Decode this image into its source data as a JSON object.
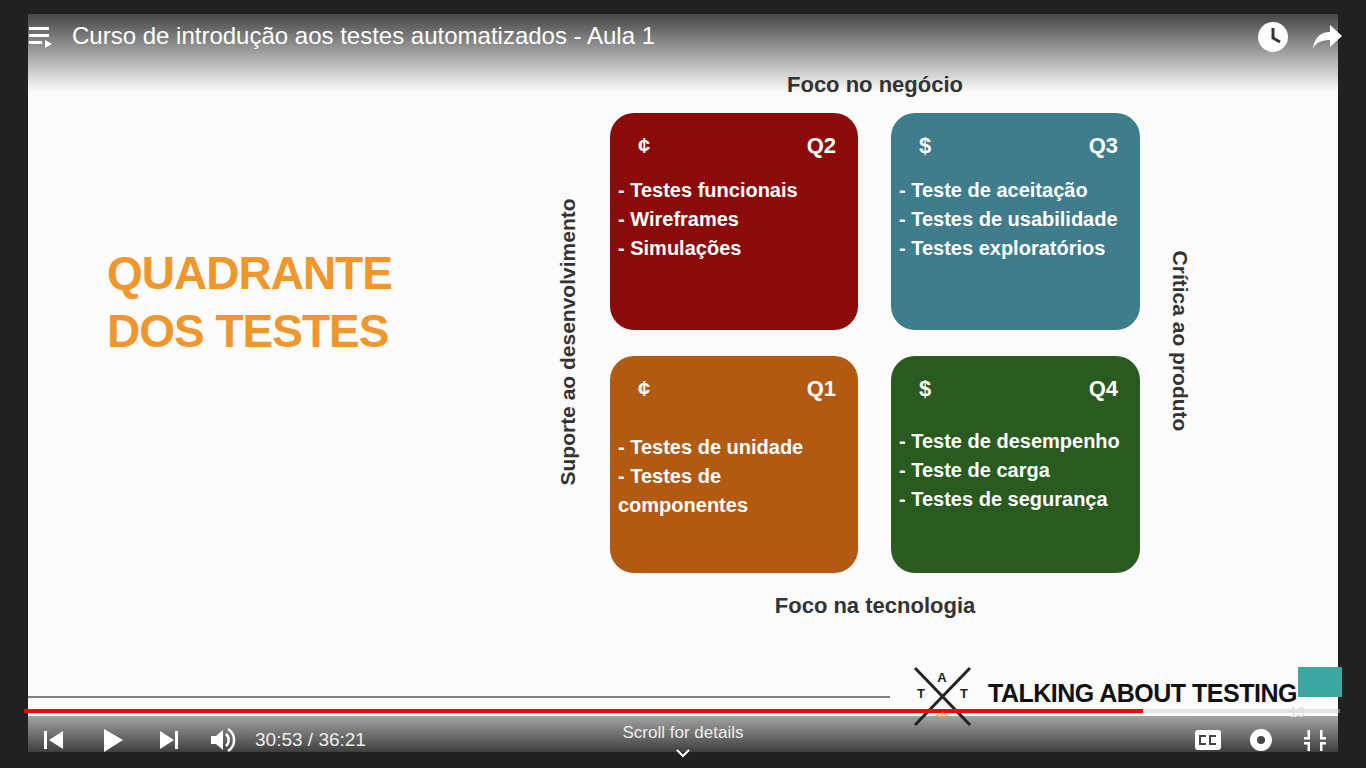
{
  "diagram": {
    "title": "QUADRANTE DOS TESTES",
    "nodes": [
      {
        "text": [
          "¢",
          "Q2",
          "- Testes funcionais",
          "- Wireframes",
          "- Simulações"
        ]
      },
      {
        "text": [
          "$",
          "Q3",
          "- Teste de aceitação",
          "- Testes de usabilidade",
          "- Testes exploratórios"
        ]
      },
      {
        "text": [
          "¢",
          "Q1",
          "- Testes de unidade",
          "- Testes de componentes"
        ]
      },
      {
        "text": [
          "$",
          "Q4",
          "- Teste de desempenho",
          "- Teste de carga",
          "- Testes de segurança"
        ]
      }
    ],
    "labels": [
      "Curso de introdução aos testes automatizados - Aula 1",
      "Foco no negócio",
      "Suporte ao desenvolvimento",
      "Crítica ao produto",
      "Foco na tecnologia",
      "T",
      "A",
      "T",
      "</>",
      "TALKING ABOUT TESTING",
      "30:53 / 36:21",
      "Scroll for details",
      "13"
    ]
  }
}
